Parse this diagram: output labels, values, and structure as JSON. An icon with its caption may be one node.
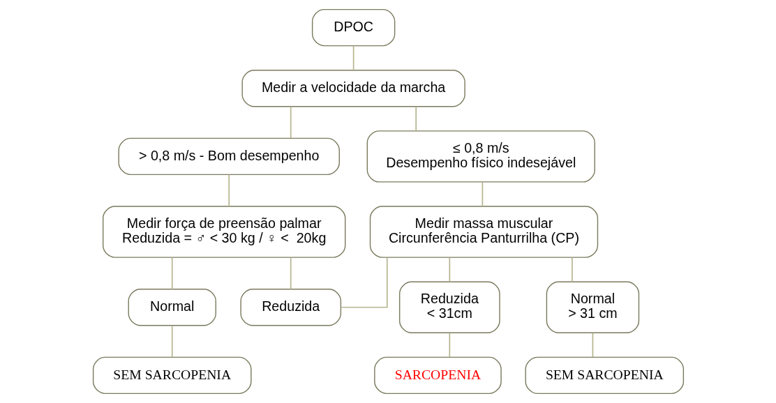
{
  "diagram": {
    "nodes": [
      {
        "text": [
          "DPOC"
        ]
      },
      {
        "text": [
          "Medir a velocidade da marcha"
        ]
      },
      {
        "text": [
          "> 0,8 m/s - Bom desempenho"
        ]
      },
      {
        "text": [
          "≤ 0,8 m/s",
          "Desempenho físico indesejável"
        ]
      },
      {
        "text": [
          "Medir força de preensão palmar",
          "Reduzida = ♂ < 30 kg / ♀ <  20kg"
        ]
      },
      {
        "text": [
          "Medir massa muscular",
          "Circunferência Panturrilha (CP)"
        ]
      },
      {
        "text": [
          "Normal"
        ]
      },
      {
        "text": [
          "Reduzida"
        ]
      },
      {
        "text": [
          "Reduzida",
          "< 31cm"
        ]
      },
      {
        "text": [
          "Normal",
          "> 31 cm"
        ]
      },
      {
        "text": [
          "SEM SARCOPENIA"
        ]
      },
      {
        "text": [
          "SARCOPENIA"
        ]
      },
      {
        "text": [
          "SEM SARCOPENIA"
        ]
      }
    ],
    "edges": [
      {
        "from": 0,
        "to": 1,
        "arrow": "none"
      },
      {
        "from": 1,
        "to": 2,
        "arrow": "none"
      },
      {
        "from": 1,
        "to": 3,
        "arrow": "none"
      },
      {
        "from": 2,
        "to": 4,
        "arrow": "none"
      },
      {
        "from": 3,
        "to": 5,
        "arrow": "none"
      },
      {
        "from": 4,
        "to": 6,
        "arrow": "none"
      },
      {
        "from": 4,
        "to": 7,
        "arrow": "none"
      },
      {
        "from": 7,
        "to": 5,
        "arrow": "none"
      },
      {
        "from": 5,
        "to": 8,
        "arrow": "none"
      },
      {
        "from": 5,
        "to": 9,
        "arrow": "none"
      },
      {
        "from": 6,
        "to": 10,
        "arrow": "none"
      },
      {
        "from": 8,
        "to": 11,
        "arrow": "none"
      },
      {
        "from": 9,
        "to": 12,
        "arrow": "none"
      }
    ]
  }
}
